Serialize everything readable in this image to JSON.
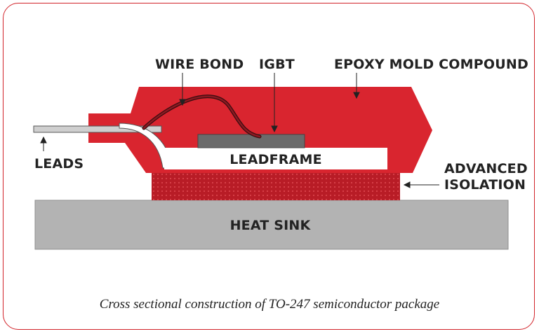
{
  "labels": {
    "wire_bond": "WIRE BOND",
    "igbt": "IGBT",
    "epoxy": "EPOXY MOLD COMPOUND",
    "leads": "LEADS",
    "leadframe": "LEADFRAME",
    "advanced_line1": "ADVANCED",
    "advanced_line2": "ISOLATION",
    "heat_sink": "HEAT SINK"
  },
  "caption": "Cross sectional construction of TO-247 semiconductor package",
  "colors": {
    "epoxy_red": "#d9252f",
    "frame_border": "#d2232a",
    "isolation_red": "#b81c26",
    "heat_sink_gray": "#b3b3b3",
    "igbt_gray": "#6b6b6b",
    "lead_gray": "#cfcfcf"
  }
}
